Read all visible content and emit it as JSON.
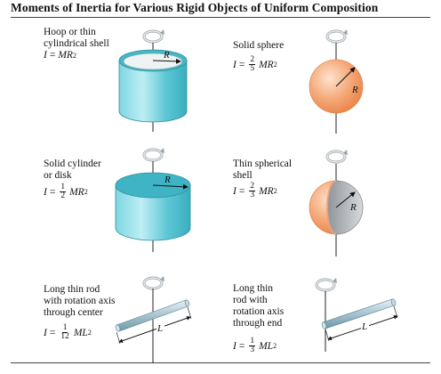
{
  "title": "Moments of Inertia for Various Rigid Objects of Uniform Composition",
  "objects": [
    {
      "name_lines": [
        "Hoop or thin",
        "cylindrical shell"
      ],
      "formula": {
        "lhs": "I",
        "eq": "=",
        "body": "MR",
        "exp": "2"
      },
      "dim_label": "R"
    },
    {
      "name_lines": [
        "Solid sphere"
      ],
      "formula": {
        "lhs": "I",
        "eq": "=",
        "num": "2",
        "den": "5",
        "body": "MR",
        "exp": "2"
      },
      "dim_label": "R"
    },
    {
      "name_lines": [
        "Solid cylinder",
        "or disk"
      ],
      "formula": {
        "lhs": "I",
        "eq": "=",
        "num": "1",
        "den": "2",
        "body": "MR",
        "exp": "2"
      },
      "dim_label": "R"
    },
    {
      "name_lines": [
        "Thin spherical",
        "shell"
      ],
      "formula": {
        "lhs": "I",
        "eq": "=",
        "num": "2",
        "den": "3",
        "body": "MR",
        "exp": "2"
      },
      "dim_label": "R"
    },
    {
      "name_lines": [
        "Long thin rod",
        "with rotation axis",
        "through center"
      ],
      "formula": {
        "lhs": "I",
        "eq": "=",
        "num": "1",
        "den": "12",
        "body": "ML",
        "exp": "2"
      },
      "dim_label": "L"
    },
    {
      "name_lines": [
        "Long thin",
        "rod with",
        "rotation axis",
        "through end"
      ],
      "formula": {
        "lhs": "I",
        "eq": "=",
        "num": "1",
        "den": "3",
        "body": "ML",
        "exp": "2"
      },
      "dim_label": "L"
    }
  ],
  "colors": {
    "cylinder": "#5fcad7",
    "cylinder_top": "#3fb4c4",
    "sphere": "#f3a371",
    "shell_inside": "#b9bcc1",
    "rod": "#a9c4d0",
    "rotation_arrow": "#dfe3e6"
  },
  "icons": [
    "rotation-arrow-icon",
    "rotation-axis-line"
  ]
}
